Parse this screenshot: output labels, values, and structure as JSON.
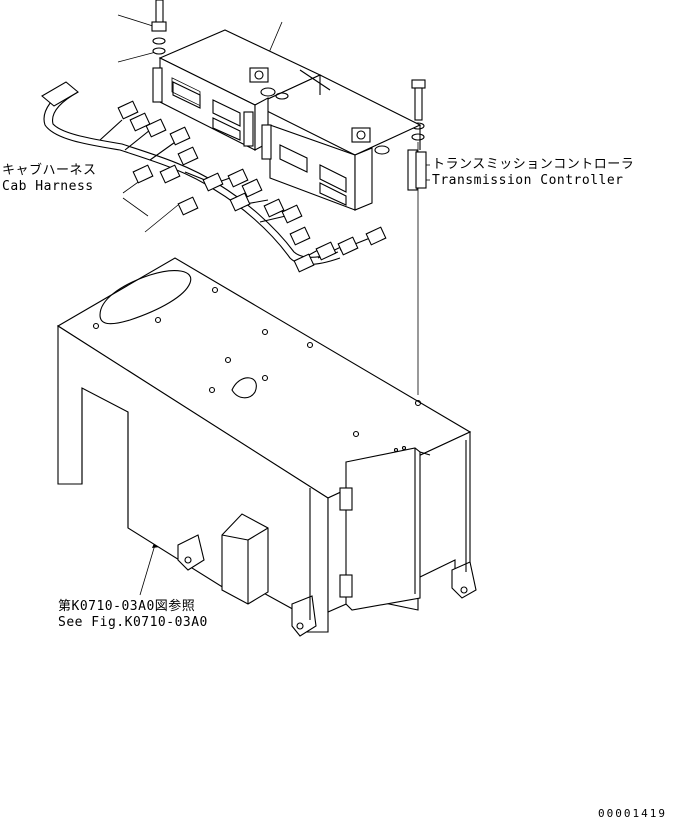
{
  "labels": {
    "cab_harness_jp": "キャブハーネス",
    "cab_harness_en": "Cab Harness",
    "controller_jp": "トランスミッションコントローラ",
    "controller_en": "Transmission Controller",
    "see_fig_jp": "第K0710-03A0図参照",
    "see_fig_en": "See Fig.K0710-03A0",
    "drawing_number": "00001419"
  }
}
